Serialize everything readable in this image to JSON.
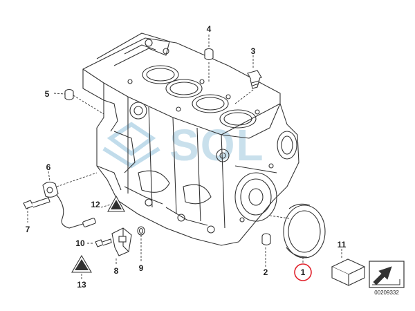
{
  "diagram": {
    "callouts": {
      "c1": "1",
      "c2": "2",
      "c3": "3",
      "c4": "4",
      "c5": "5",
      "c6": "6",
      "c7": "7",
      "c8": "8",
      "c9": "9",
      "c10": "10",
      "c11": "11",
      "c12": "12",
      "c13": "13"
    },
    "highlighted_callout": "1",
    "highlight_color": "#e0202a",
    "reference_number": "00209332",
    "watermark_text": "SOL",
    "line_color": "#333333"
  }
}
